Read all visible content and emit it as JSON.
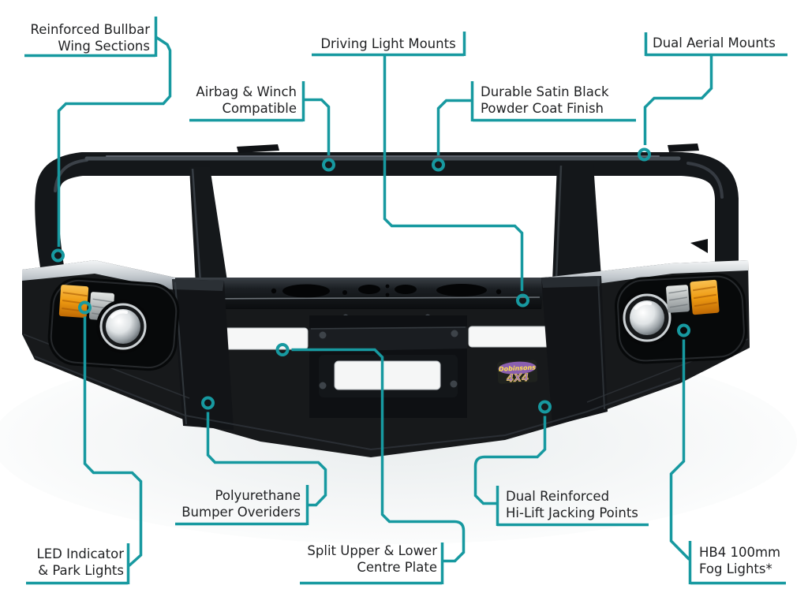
{
  "figure": {
    "type": "annotated-product-diagram",
    "subject": "4x4 bullbar front view with feature callouts"
  },
  "colors": {
    "leader_line": "#1799a0",
    "label_text": "#1f2022",
    "bullbar_black": "#121417",
    "indicator_amber": "#f2a41c",
    "background": "#ffffff"
  },
  "badge": {
    "brand": "Dobinsons",
    "model": "4X4"
  },
  "callouts": [
    {
      "id": "reinforced-bullbar-wing-sections",
      "lines": [
        "Reinforced Bullbar",
        "Wing Sections"
      ]
    },
    {
      "id": "driving-light-mounts",
      "lines": [
        "Driving Light Mounts"
      ]
    },
    {
      "id": "dual-aerial-mounts",
      "lines": [
        "Dual Aerial Mounts"
      ]
    },
    {
      "id": "airbag-winch-compatible",
      "lines": [
        "Airbag & Winch",
        "Compatible"
      ]
    },
    {
      "id": "durable-satin-black-powder-coat",
      "lines": [
        "Durable Satin Black",
        "Powder Coat Finish"
      ]
    },
    {
      "id": "led-indicator-park-lights",
      "lines": [
        "LED Indicator",
        "& Park Lights"
      ]
    },
    {
      "id": "polyurethane-bumper-overiders",
      "lines": [
        "Polyurethane",
        "Bumper Overiders"
      ]
    },
    {
      "id": "split-upper-lower-centre-plate",
      "lines": [
        "Split Upper & Lower",
        "Centre Plate"
      ]
    },
    {
      "id": "dual-reinforced-hi-lift-jacking-points",
      "lines": [
        "Dual Reinforced",
        "Hi-Lift Jacking Points"
      ]
    },
    {
      "id": "hb4-100mm-fog-lights",
      "lines": [
        "HB4 100mm",
        "Fog Lights*"
      ]
    }
  ]
}
